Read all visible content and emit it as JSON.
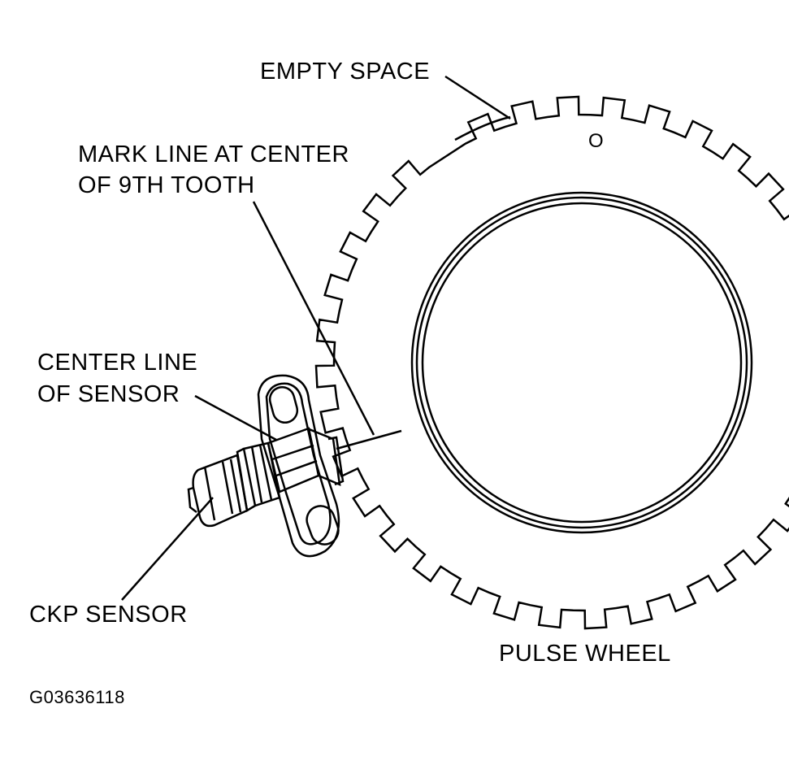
{
  "labels": {
    "empty_space": "EMPTY SPACE",
    "mark_line_1": "MARK LINE AT CENTER",
    "mark_line_2": "OF 9TH TOOTH",
    "center_line_1": "CENTER LINE",
    "center_line_2": "OF SENSOR",
    "ckp_sensor": "CKP SENSOR",
    "pulse_wheel": "PULSE WHEEL",
    "wheel_mark": "O",
    "figure_code": "G03636118"
  },
  "colors": {
    "ink": "#000000",
    "paper": "#ffffff"
  }
}
